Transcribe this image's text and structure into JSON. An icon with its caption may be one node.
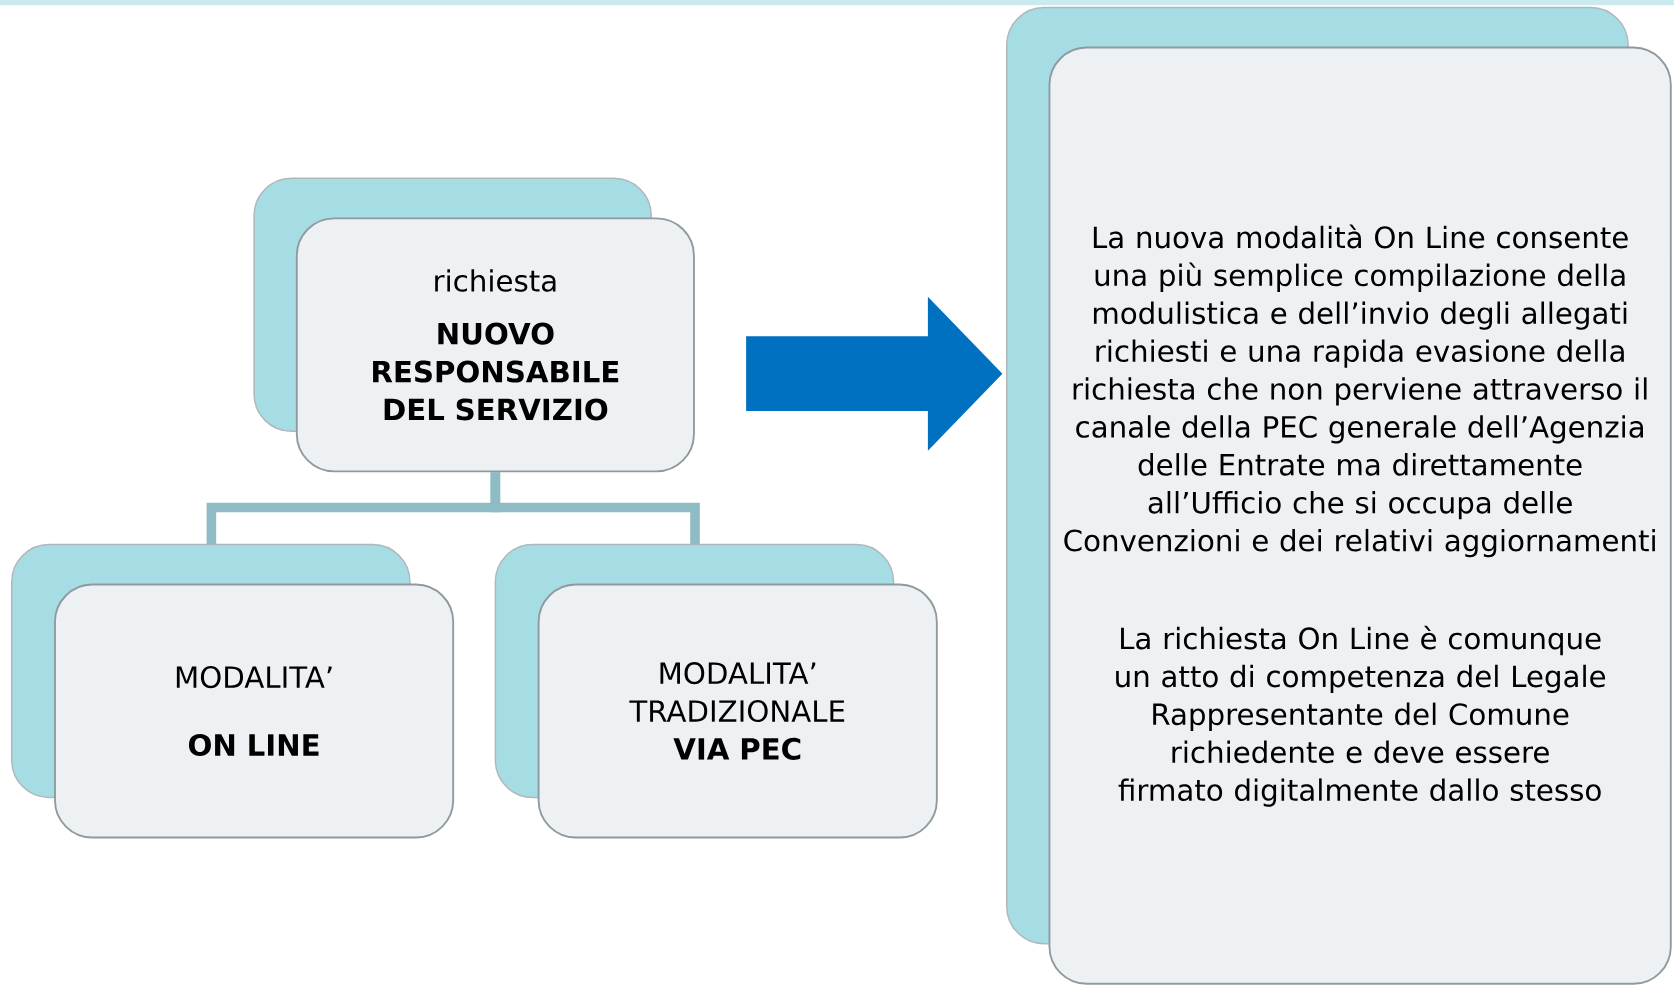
{
  "diagram": {
    "nodes": [
      {
        "text": [
          "richiesta",
          "NUOVO RESPONSABILE DEL SERVIZIO"
        ]
      },
      {
        "text": [
          "MODALITA’",
          "ON LINE"
        ]
      },
      {
        "text": [
          "MODALITA’ TRADIZIONALE **VIA PEC**"
        ]
      },
      {
        "text": [
          "La nuova modalità On Line consente una più semplice compilazione della modulistica e dell’invio degli allegati richiesti e una rapida evasione della richiesta che non perviene attraverso il canale della PEC generale dell’Agenzia delle Entrate ma direttamente all’Ufficio che si occupa delle Convenzioni e dei relativi aggiornamenti",
          "La richiesta On Line è comunque un atto di competenza del Legale Rappresentante del Comune richiedente e deve essere firmato digitalmente dallo stesso"
        ]
      }
    ],
    "edges": [
      {
        "from": 0,
        "to": 1,
        "arrow": "none"
      },
      {
        "from": 0,
        "to": 2,
        "arrow": "none"
      },
      {
        "from": 0,
        "to": 3,
        "arrow": "to",
        "style": "thick",
        "color": "#0070c0"
      }
    ]
  }
}
